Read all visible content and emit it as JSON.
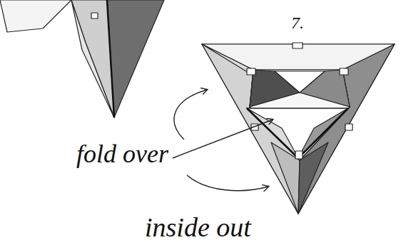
{
  "diagram": {
    "labels": [
      "7.",
      "fold over",
      "inside out"
    ]
  }
}
